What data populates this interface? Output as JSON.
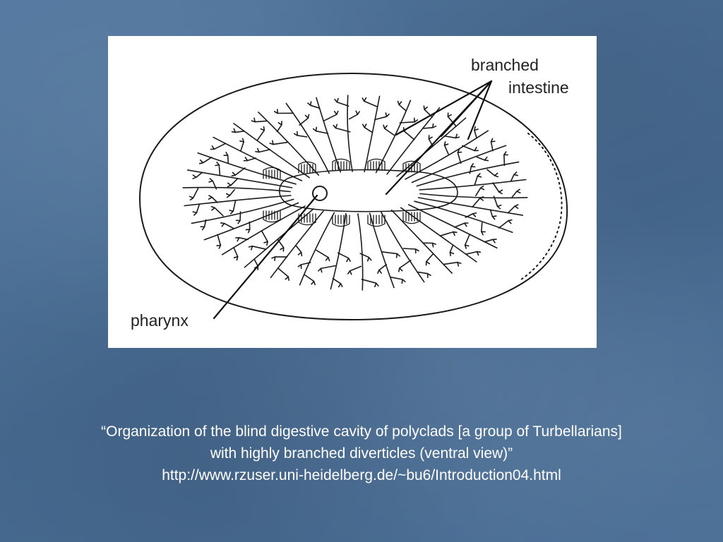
{
  "figure": {
    "labels": {
      "branched": "branched",
      "intestine": "intestine",
      "pharynx": "pharynx"
    }
  },
  "caption": {
    "line1": "“Organization of the blind digestive cavity of polyclads [a group of Turbellarians]",
    "line2": "with highly branched diverticles (ventral view)”",
    "line3": "http://www.rzuser.uni-heidelberg.de/~bu6/Introduction04.html"
  },
  "colors": {
    "background": "#4c6f98",
    "figure_background": "#ffffff",
    "ink": "#1a1a1a",
    "caption_text": "#ffffff"
  }
}
